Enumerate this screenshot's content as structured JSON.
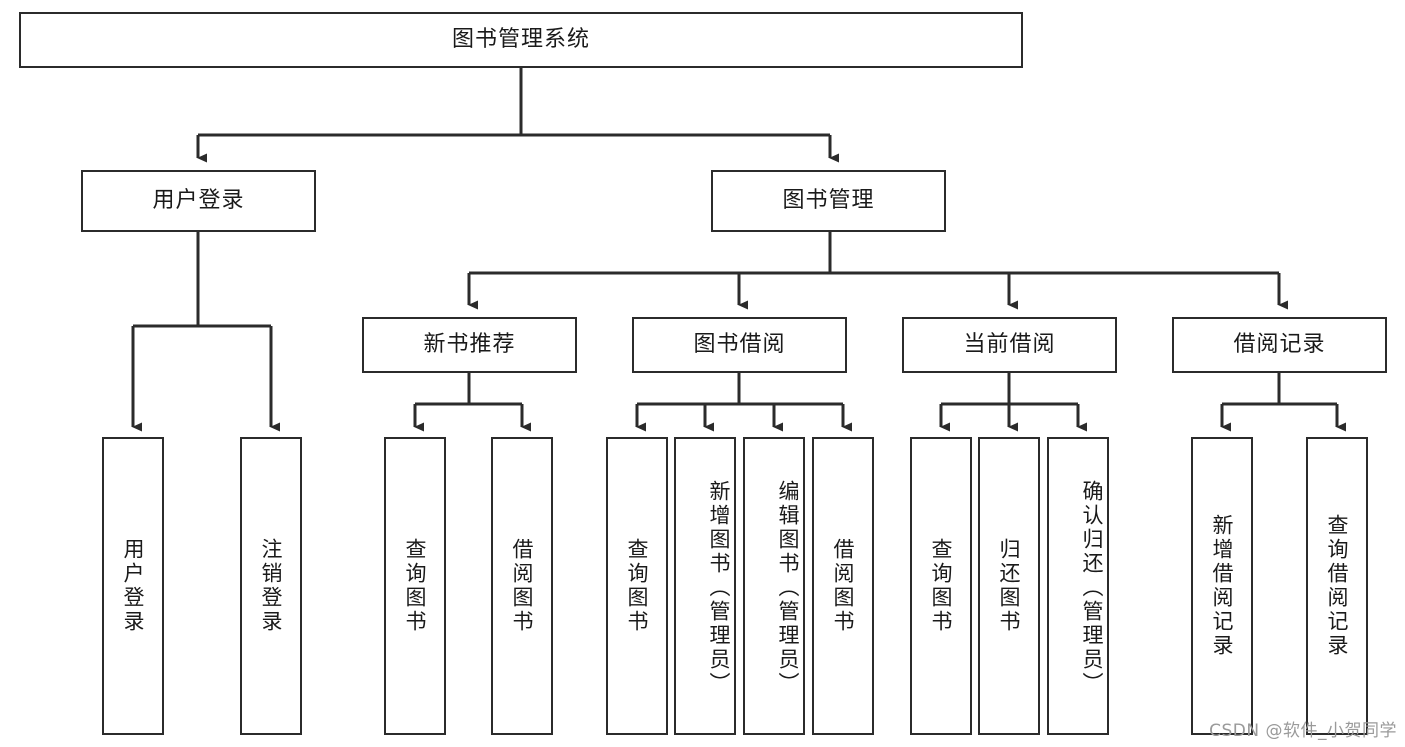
{
  "diagram": {
    "title": "图书管理系统",
    "type": "hierarchy-tree",
    "watermark": "CSDN @软件_小贺同学",
    "colors": {
      "stroke": "#2b2b2b",
      "fill": "#ffffff",
      "text": "#1a1a1a",
      "watermark": "#9a9a9a"
    },
    "levels": {
      "root": {
        "label": "图书管理系统"
      },
      "level2": [
        {
          "label": "用户登录"
        },
        {
          "label": "图书管理"
        }
      ],
      "level3": [
        {
          "label": "新书推荐"
        },
        {
          "label": "图书借阅"
        },
        {
          "label": "当前借阅"
        },
        {
          "label": "借阅记录"
        }
      ],
      "leaves": {
        "user_login": [
          {
            "label": "用户登录"
          },
          {
            "label": "注销登录"
          }
        ],
        "new_book_recommend": [
          {
            "label": "查询图书"
          },
          {
            "label": "借阅图书"
          }
        ],
        "book_borrow": [
          {
            "label": "查询图书"
          },
          {
            "label": "新增图书（管理员）"
          },
          {
            "label": "编辑图书（管理员）"
          },
          {
            "label": "借阅图书"
          }
        ],
        "current_borrow": [
          {
            "label": "查询图书"
          },
          {
            "label": "归还图书"
          },
          {
            "label": "确认归还（管理员）"
          }
        ],
        "borrow_record": [
          {
            "label": "新增借阅记录"
          },
          {
            "label": "查询借阅记录"
          }
        ]
      }
    }
  }
}
